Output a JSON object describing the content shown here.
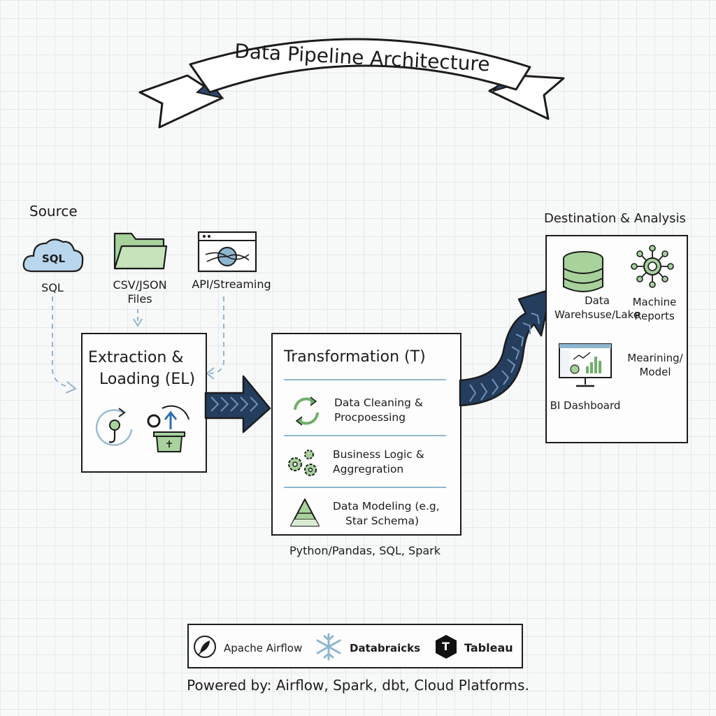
{
  "title": "Data Pipeline Architecture",
  "source": {
    "heading": "Source",
    "items": [
      {
        "icon": "sql-cloud-icon",
        "badge": "SQL",
        "label": "SQL"
      },
      {
        "icon": "folder-icon",
        "label_line1": "CSV/JSON",
        "label_line2": "Files"
      },
      {
        "icon": "api-window-icon",
        "label": "API/Streaming"
      }
    ]
  },
  "el": {
    "title_line1": "Extraction &",
    "title_line2": "Loading (EL)"
  },
  "transform": {
    "title": "Transformation (T)",
    "steps": [
      {
        "icon": "recycle-icon",
        "line1": "Data Cleaning &",
        "line2": "Procpoessing"
      },
      {
        "icon": "gears-icon",
        "line1": "Business Logic &",
        "line2": "Aggregration"
      },
      {
        "icon": "pyramid-icon",
        "line1": "Data Modeling (e.g,",
        "line2": "Star Schema)"
      }
    ],
    "tech": "Python/Pandas, SQL, Spark"
  },
  "destination": {
    "heading": "Destination & Analysis",
    "items": [
      {
        "icon": "database-icon",
        "line1": "Data",
        "line2": "Warehsuse/Lake"
      },
      {
        "icon": "network-icon",
        "line1": "Machine",
        "line2": "Reports"
      },
      {
        "icon": "dashboard-monitor-icon",
        "label": "BI Dashboard"
      },
      {
        "line1": "Mearining/",
        "line2": "Model"
      }
    ]
  },
  "tools": [
    {
      "icon": "feather-icon",
      "label": "Apache Airflow"
    },
    {
      "icon": "snowflake-icon",
      "label": "Databraicks"
    },
    {
      "icon": "hexagon-t-icon",
      "badge": "T",
      "label": "Tableau"
    }
  ],
  "footer": "Powered by: Airflow, Spark, dbt, Cloud Platforms.",
  "colors": {
    "accent_blue": "#8fb6cf",
    "arrow_navy": "#253e5e",
    "icon_green": "#a7d29c",
    "cloud_blue": "#b8d6ec"
  }
}
